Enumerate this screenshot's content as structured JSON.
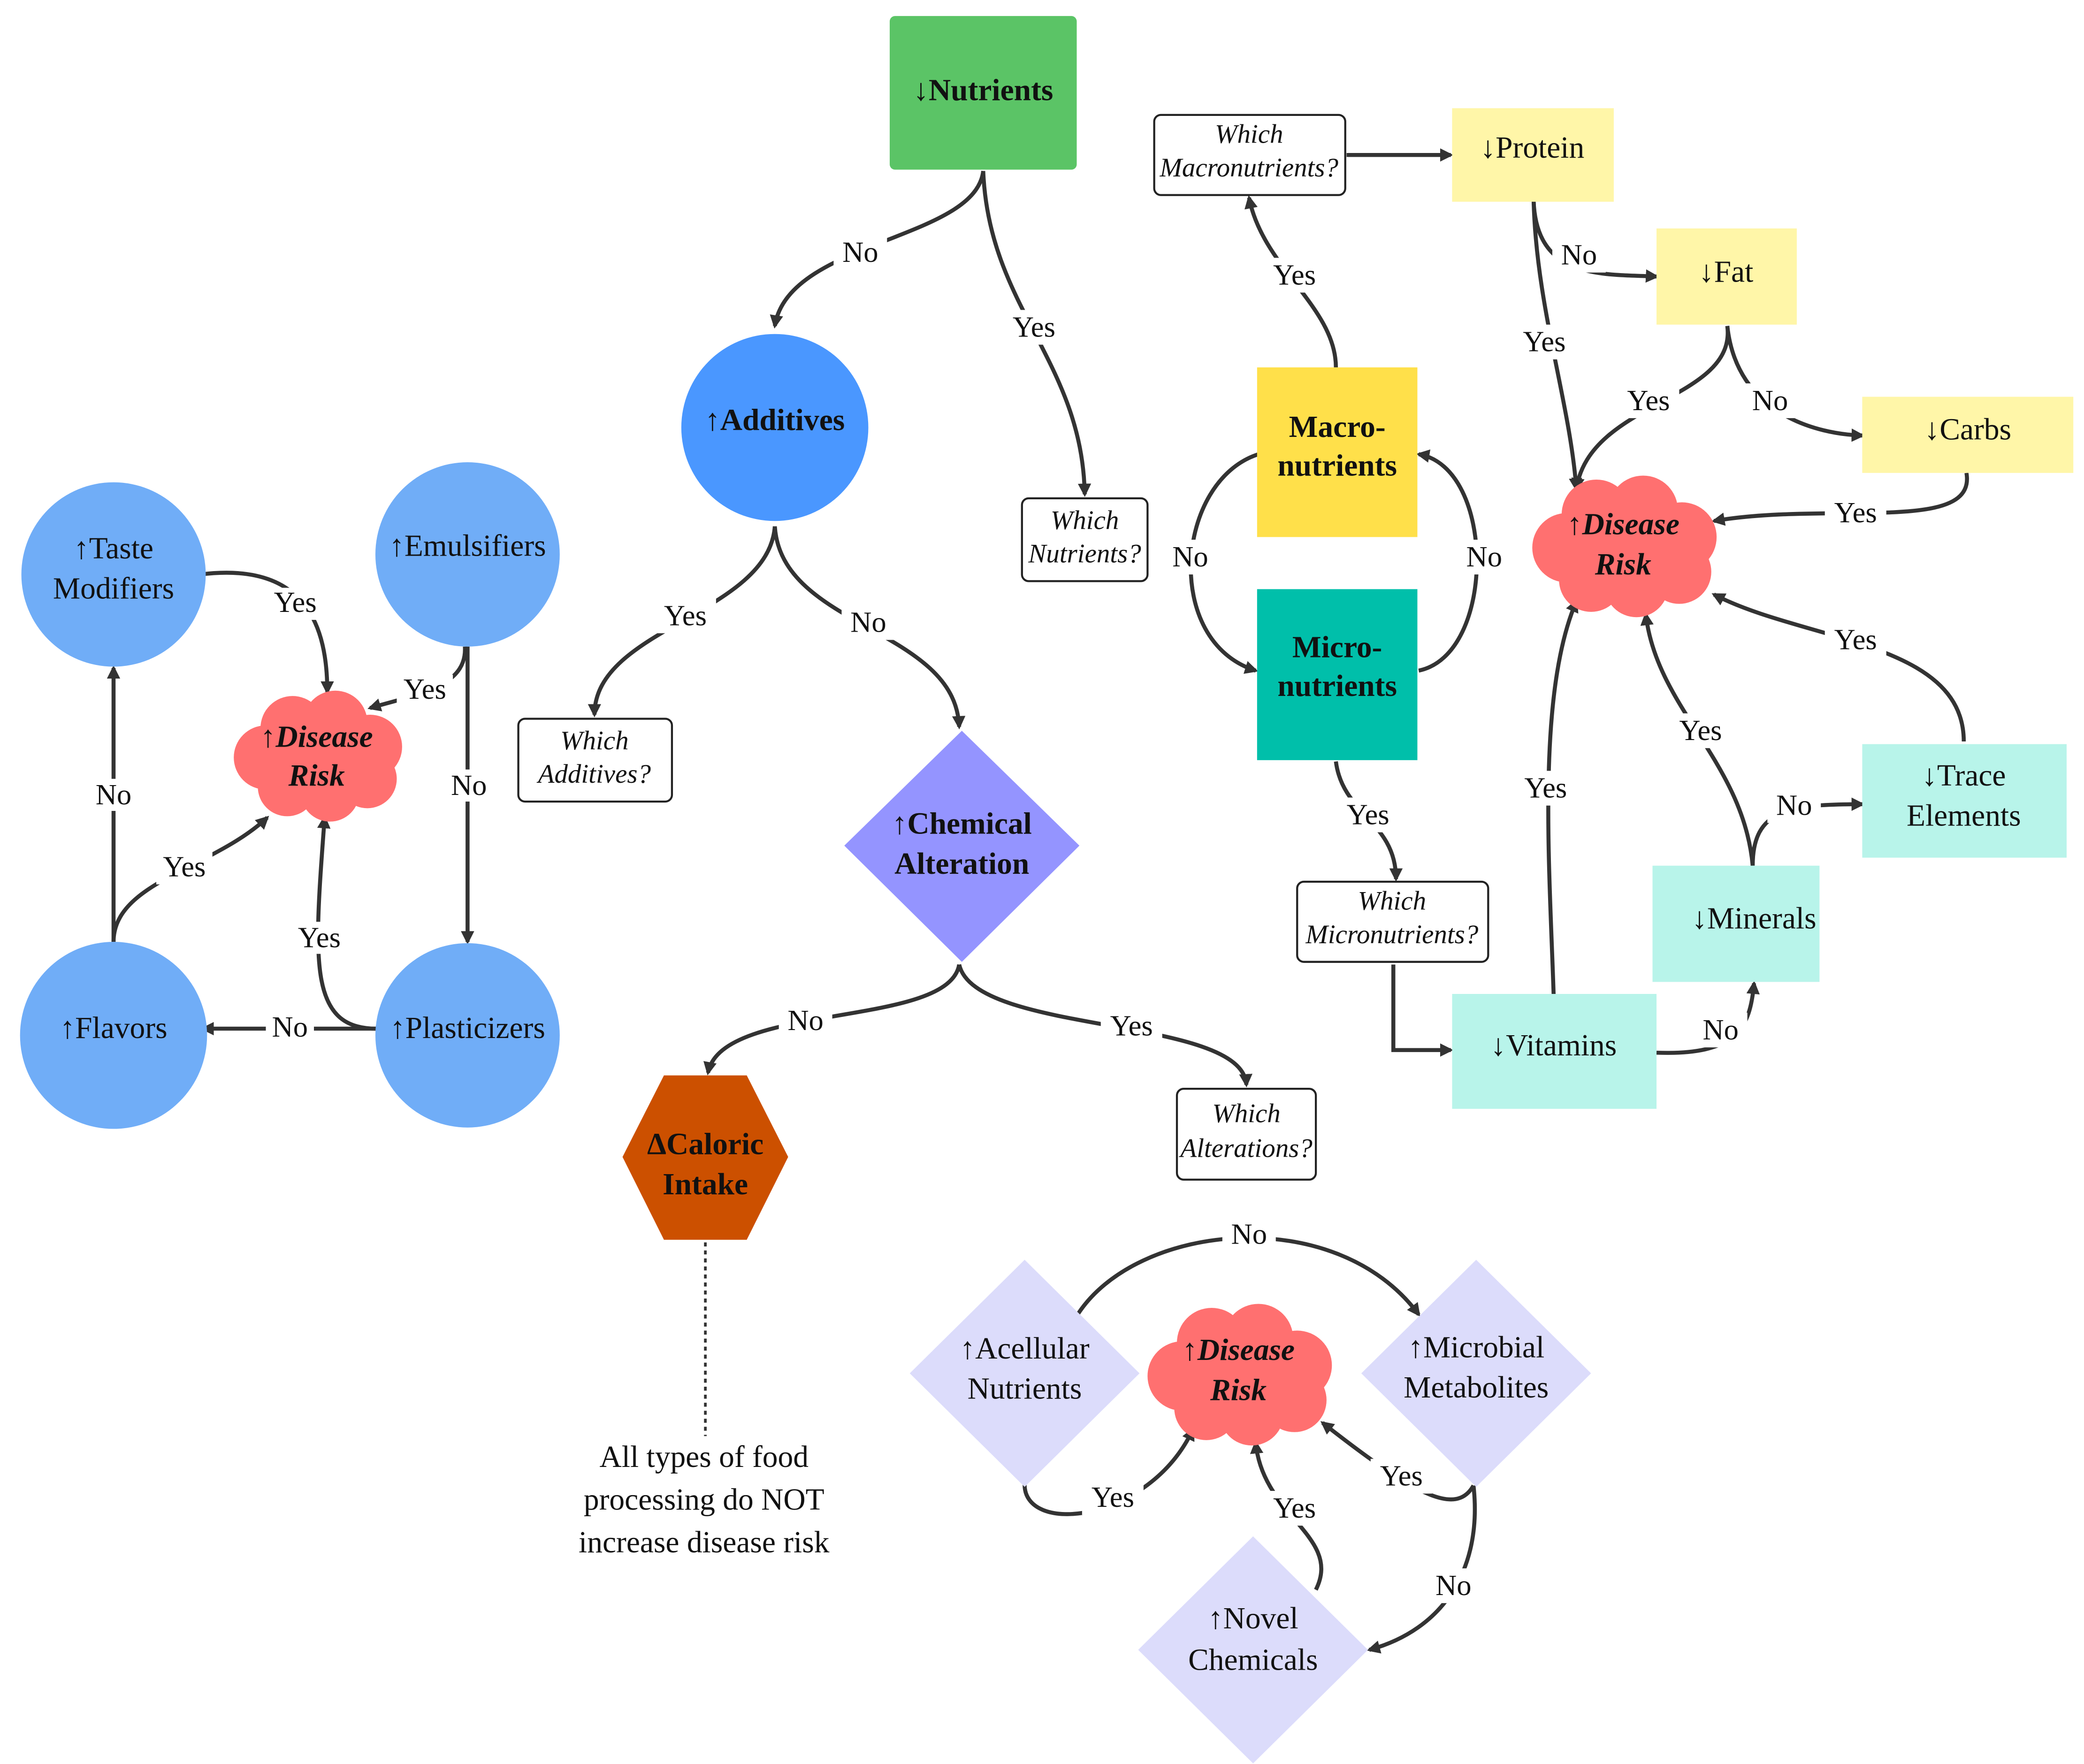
{
  "colors": {
    "nutrients_green": "#5bc466",
    "additives_blue": "#4a97ff",
    "circle_light_blue": "#70adf7",
    "chemical_purple": "#9494ff",
    "caloric_orange": "#cc5000",
    "disease_red": "#ff7070",
    "macro_yellow": "#ffe04a",
    "macro_light_yellow": "#fff6a8",
    "micro_teal": "#00bfaa",
    "micro_light_teal": "#b8f4ea",
    "altered_lavender": "#dcdcfb",
    "edge": "#333333"
  },
  "nodes": {
    "nutrients": "↓Nutrients",
    "additives": "↑Additives",
    "which_nutrients": [
      "Which",
      "Nutrients?"
    ],
    "which_additives": [
      "Which",
      "Additives?"
    ],
    "chemical_alteration": [
      "↑Chemical",
      "Alteration"
    ],
    "caloric_intake": [
      "ΔCaloric",
      "Intake"
    ],
    "which_alterations": [
      "Which",
      "Alterations?"
    ],
    "note": [
      "All types of food",
      "processing do NOT",
      "increase disease risk"
    ],
    "taste_modifiers": [
      "↑Taste",
      "Modifiers"
    ],
    "emulsifiers": "↑Emulsifiers",
    "flavors": "↑Flavors",
    "plasticizers": "↑Plasticizers",
    "disease_risk_left": [
      "↑Disease",
      "Risk"
    ],
    "which_macronutrients": [
      "Which",
      "Macronutrients?"
    ],
    "macronutrients": [
      "Macro-",
      "nutrients"
    ],
    "micronutrients": [
      "Micro-",
      "nutrients"
    ],
    "which_micronutrients": [
      "Which",
      "Micronutrients?"
    ],
    "protein": "↓Protein",
    "fat": "↓Fat",
    "carbs": "↓Carbs",
    "disease_risk_right": [
      "↑Disease",
      "Risk"
    ],
    "trace_elements": [
      "↓Trace",
      "Elements"
    ],
    "minerals": "↓Minerals",
    "vitamins": "↓Vitamins",
    "acellular_nutrients": [
      "↑Acellular",
      "Nutrients"
    ],
    "disease_risk_bottom": [
      "↑Disease",
      "Risk"
    ],
    "microbial_metabolites": [
      "↑Microbial",
      "Metabolites"
    ],
    "novel_chemicals": [
      "↑Novel",
      "Chemicals"
    ]
  },
  "edge_labels": {
    "yes": "Yes",
    "no": "No"
  }
}
